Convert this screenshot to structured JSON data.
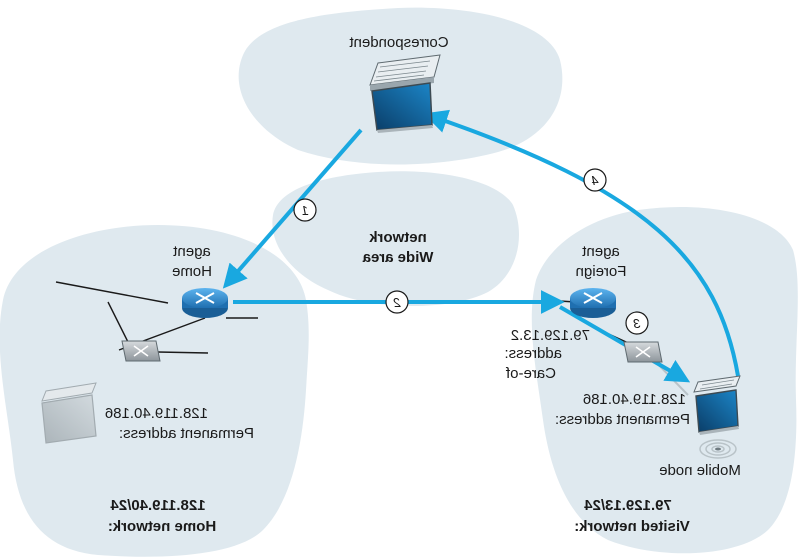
{
  "nodes": {
    "correspondent": {
      "label": "Correspondent"
    },
    "home_agent": {
      "label_line1": "Home",
      "label_line2": "agent"
    },
    "foreign_agent": {
      "label_line1": "Foreign",
      "label_line2": "agent"
    },
    "mobile_node": {
      "label": "Mobile node"
    }
  },
  "networks": {
    "wide_area": {
      "line1": "Wide area",
      "line2": "network"
    },
    "home": {
      "line1": "Home network:",
      "line2": "128.119.40/24"
    },
    "visited": {
      "line1": "Visited network:",
      "line2": "79.129.13/24"
    }
  },
  "addresses": {
    "home_permanent": {
      "line1": "Permanent address:",
      "line2": "128.119.40.186"
    },
    "visited_permanent": {
      "line1": "Permanent address:",
      "line2": "128.119.40.186"
    },
    "care_of": {
      "line1": "Care-of",
      "line2": "address:",
      "line3": "79.129.13.2"
    }
  },
  "steps": [
    "1",
    "2",
    "3",
    "4"
  ],
  "colors": {
    "cloud_fill": "#dfe9ef",
    "arrow": "#19a8e0",
    "router_body": "#2f8fd6"
  }
}
